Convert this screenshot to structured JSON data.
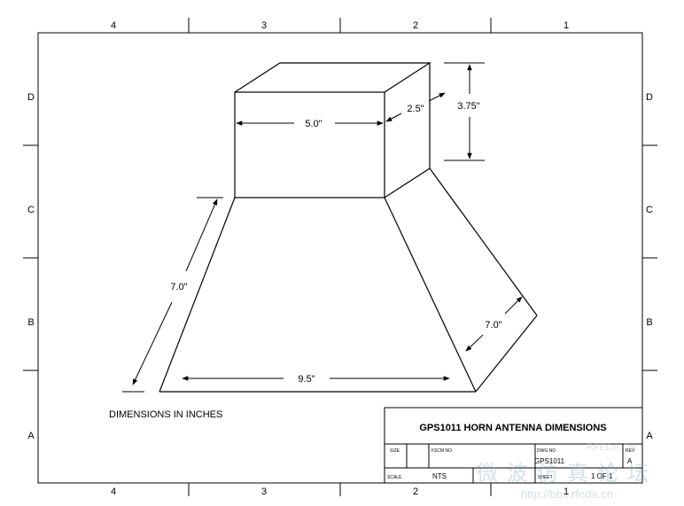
{
  "border": {
    "top_zones": [
      "4",
      "3",
      "2",
      "1"
    ],
    "bottom_zones": [
      "4",
      "3",
      "2",
      "1"
    ],
    "left_zones": [
      "D",
      "C",
      "B",
      "A"
    ],
    "right_zones": [
      "D",
      "C",
      "B",
      "A"
    ]
  },
  "dimensions": {
    "box_width": "5.0\"",
    "box_depth": "2.5\"",
    "box_height": "3.75\"",
    "left_slant": "7.0\"",
    "bottom_width": "9.5\"",
    "right_slant": "7.0\""
  },
  "note": "DIMENSIONS IN INCHES",
  "title_block": {
    "title": "GPS1011 HORN ANTENNA DIMENSIONS",
    "size_label": "SIZE",
    "fscm_label": "FSCM NO",
    "dwg_label": "DWG NO",
    "dwg_value": "GPS1011",
    "rev_label": "REV",
    "rev_value": "A",
    "scale_label": "SCALE",
    "scale_value": "NTS",
    "sheet_label": "SHEET",
    "sheet_value": "1 OF 1"
  },
  "watermark": {
    "logo": "RFEDA.CN",
    "text": "微波仿真论坛",
    "url": "http://bbs.rfeda.cn"
  }
}
